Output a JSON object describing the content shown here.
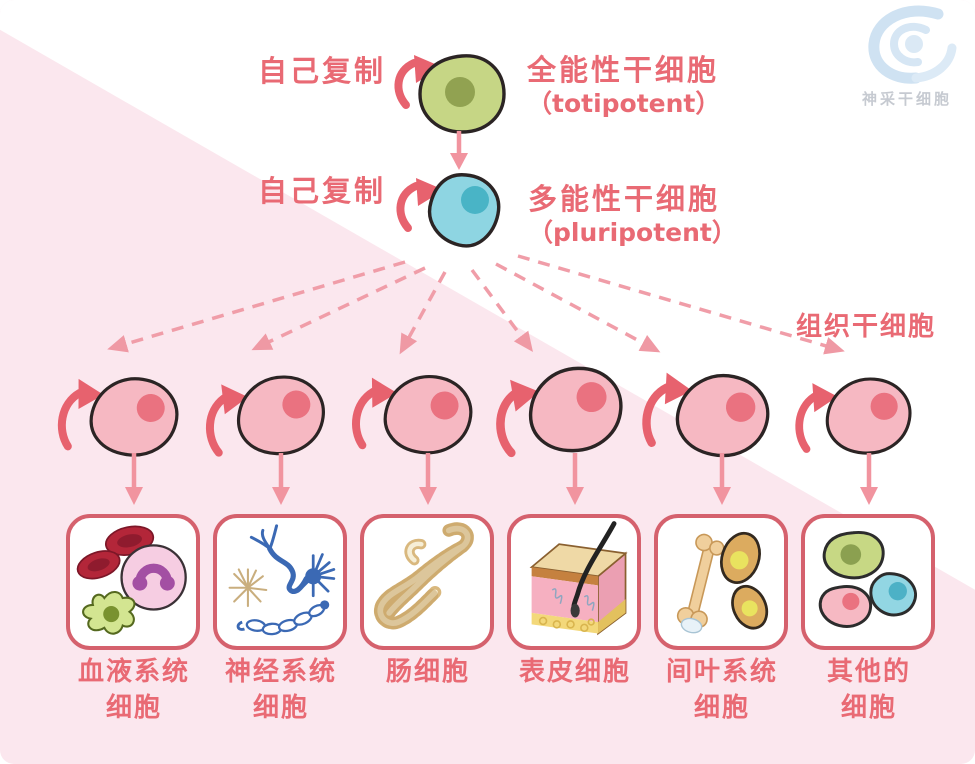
{
  "brand": {
    "watermark": "神采干细胞"
  },
  "totipotent": {
    "replicate_label": "自己复制",
    "name": "全能性干细胞",
    "name_en": "（totipotent）"
  },
  "pluripotent": {
    "replicate_label": "自己复制",
    "name": "多能性干细胞",
    "name_en": "（pluripotent）"
  },
  "tissue_stem_cell_label": "组织干细胞",
  "columns": [
    {
      "label_line1": "血液系统",
      "label_line2": "细胞",
      "illustration": "blood-system-cells"
    },
    {
      "label_line1": "神经系统",
      "label_line2": "细胞",
      "illustration": "nervous-system-cells"
    },
    {
      "label_line1": "肠细胞",
      "label_line2": "",
      "illustration": "intestinal-cells"
    },
    {
      "label_line1": "表皮细胞",
      "label_line2": "",
      "illustration": "epidermal-cells"
    },
    {
      "label_line1": "间叶系统",
      "label_line2": "细胞",
      "illustration": "mesenchymal-system-cells"
    },
    {
      "label_line1": "其他的",
      "label_line2": "细胞",
      "illustration": "other-cells"
    }
  ],
  "palette": {
    "background_pink": "#fbe7ee",
    "text_red": "#e96a74",
    "arrow_pink": "#f1949f",
    "dashed_arrow_pink": "#f09da8",
    "self_renew_arrow_red": "#e7626e",
    "stem_cell_pink": "#f6b8c2",
    "stem_cell_pink_nucleus": "#ea7280",
    "totipotent_green": "#c6d685",
    "totipotent_green_nucleus": "#91a251",
    "pluripotent_blue": "#8ed5e2",
    "pluripotent_blue_nucleus": "#49b4c6",
    "box_border_red": "#d5616d"
  }
}
